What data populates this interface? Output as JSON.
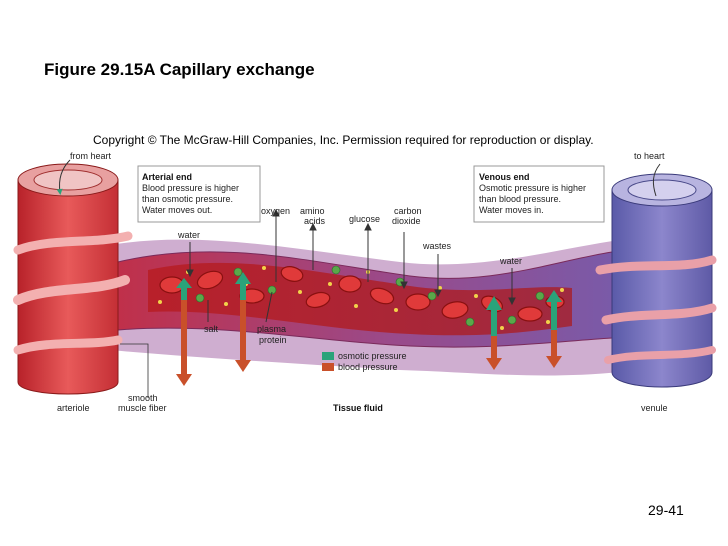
{
  "title": "Figure 29.15A Capillary exchange",
  "copyright": "Copyright © The McGraw-Hill Companies, Inc. Permission required for reproduction or display.",
  "page_number": "29-41",
  "labels": {
    "from_heart": "from heart",
    "to_heart": "to heart",
    "arteriole": "arteriole",
    "venule": "venule",
    "smooth_muscle_line1": "smooth",
    "smooth_muscle_line2": "muscle fiber",
    "tissue_fluid": "Tissue fluid",
    "water_left": "water",
    "water_right": "water",
    "oxygen": "oxygen",
    "amino_line1": "amino",
    "amino_line2": "acids",
    "glucose": "glucose",
    "carbon_line1": "carbon",
    "carbon_line2": "dioxide",
    "wastes": "wastes",
    "salt": "salt",
    "plasma_line1": "plasma",
    "plasma_line2": "protein"
  },
  "arterial_box": {
    "heading": "Arterial end",
    "line1": "Blood pressure is higher",
    "line2": "than osmotic pressure.",
    "line3": "Water moves out."
  },
  "venous_box": {
    "heading": "Venous end",
    "line1": "Osmotic pressure is higher",
    "line2": "than blood pressure.",
    "line3": "Water moves in."
  },
  "legend": {
    "osmotic": "osmotic pressure",
    "blood": "blood pressure",
    "osmotic_color": "#2aa37a",
    "blood_color": "#c9502a"
  },
  "colors": {
    "arteriole": "#d9363b",
    "venule": "#6a6ab8",
    "capillary": "#a04a7a",
    "tissue": "#c9a6c9",
    "rbc": "#d92a2a"
  }
}
